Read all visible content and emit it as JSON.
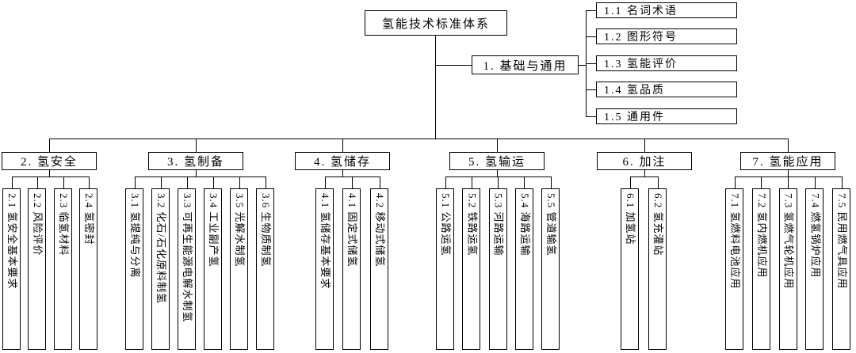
{
  "colors": {
    "line": "#000000",
    "background": "#ffffff",
    "text": "#000000"
  },
  "root": {
    "label": "氢能技术标准体系"
  },
  "basics_branch": {
    "label": "1. 基础与通用",
    "children": [
      {
        "label": "1.1 名词术语"
      },
      {
        "label": "1.2 图形符号"
      },
      {
        "label": "1.3 氢能评价"
      },
      {
        "label": "1.4 氢品质"
      },
      {
        "label": "1.5 通用件"
      }
    ]
  },
  "branches": [
    {
      "label": "2. 氢安全",
      "children": [
        {
          "label": "2.1 氢安全基本要求"
        },
        {
          "label": "2.2 风险评价"
        },
        {
          "label": "2.3 临氢材料"
        },
        {
          "label": "2.4 氢密封"
        }
      ]
    },
    {
      "label": "3. 氢制备",
      "children": [
        {
          "label": "3.1 氢提纯与分离"
        },
        {
          "label": "3.2 化石/石化原料制氢"
        },
        {
          "label": "3.3 可再生能源电解水制氢"
        },
        {
          "label": "3.4 工业副产氢"
        },
        {
          "label": "3.5 光解水制氢"
        },
        {
          "label": "3.6 生物质制氢"
        }
      ]
    },
    {
      "label": "4. 氢储存",
      "children": [
        {
          "label": "4.1 氢储存基本要求"
        },
        {
          "label": "4.1 固定式储氢"
        },
        {
          "label": "4.2 移动式储氢"
        }
      ]
    },
    {
      "label": "5. 氢输运",
      "children": [
        {
          "label": "5.1 公路运氢"
        },
        {
          "label": "5.2 铁路运氢"
        },
        {
          "label": "5.3 河路运输"
        },
        {
          "label": "5.4 海路运输"
        },
        {
          "label": "5.5 管道输氢"
        }
      ]
    },
    {
      "label": "6. 加注",
      "children": [
        {
          "label": "6.1 加氢站"
        },
        {
          "label": "6.2 氢充灌站"
        }
      ]
    },
    {
      "label": "7. 氢能应用",
      "children": [
        {
          "label": "7.1 氢燃料电池应用"
        },
        {
          "label": "7.2 氢内燃机应用"
        },
        {
          "label": "7.3 氢燃气轮机应用"
        },
        {
          "label": "7.4 燃氢锅炉应用"
        },
        {
          "label": "7.5 民用燃气具应用"
        }
      ]
    }
  ]
}
